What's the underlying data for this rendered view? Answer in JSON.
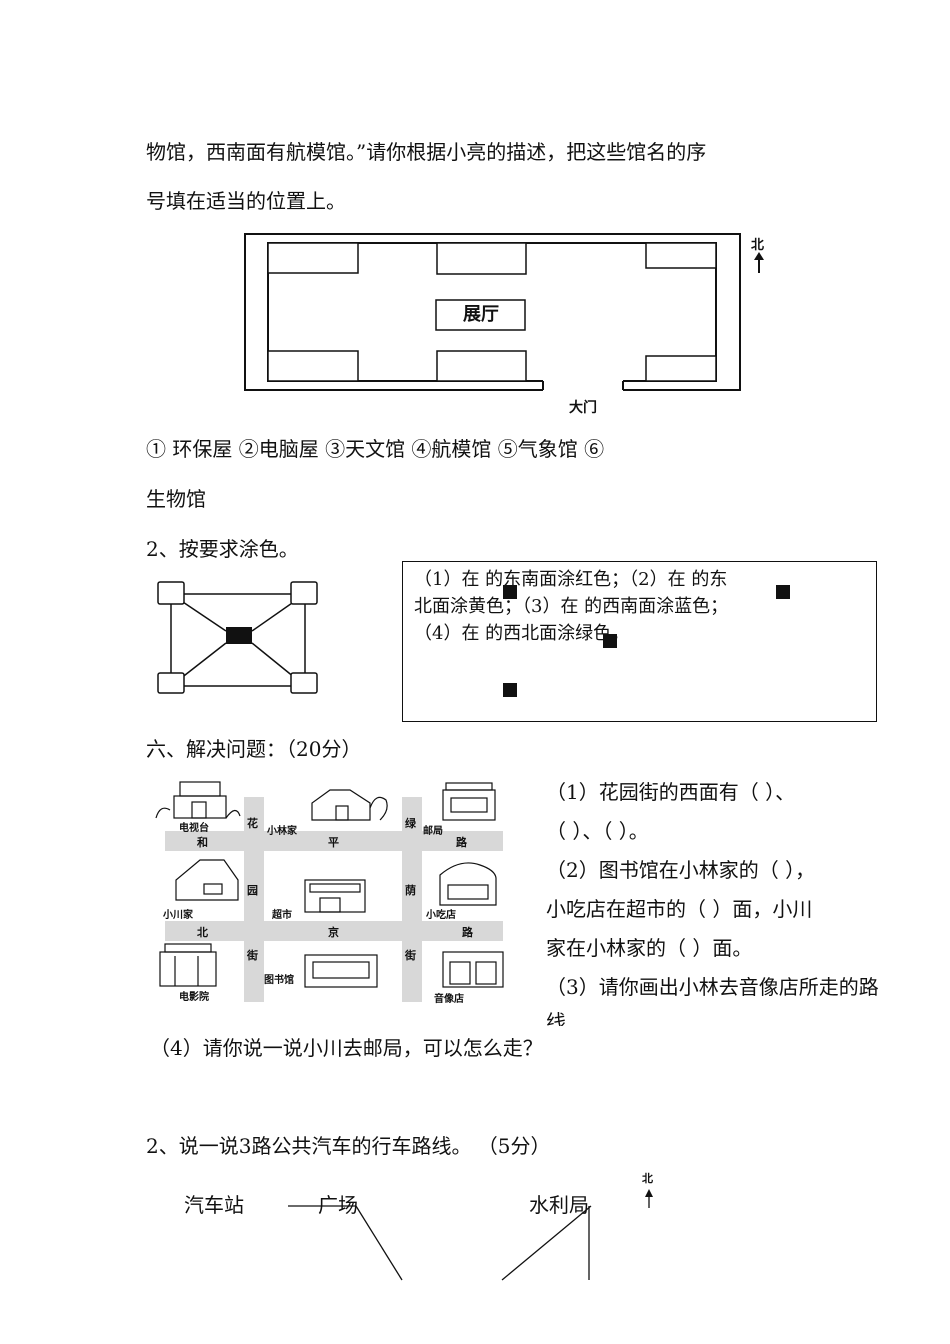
{
  "intro": {
    "line1": "物馆，西南面有航模馆。”请你根据小亮的描述，把这些馆名的序",
    "line2": "号填在适当的位置上。"
  },
  "hall": {
    "center_label": "展厅",
    "gate_label": "大门",
    "north_label": "北",
    "options_line": "① 环保屋    ②电脑屋      ③天文馆      ④航模馆      ⑤气象馆         ⑥",
    "options_tail": "生物馆"
  },
  "coloring": {
    "heading": "2、按要求涂色。",
    "line1": "（1）在       的东南面涂红色；（2）在      的东",
    "line2": "北面涂黄色；（3）在      的西南面涂蓝色；",
    "line3": "（4）在      的西北面涂绿色。"
  },
  "section6": {
    "heading": "六、解决问题：（20分）"
  },
  "map": {
    "labels": {
      "tv": "电视台",
      "xiaolin": "小林家",
      "post": "邮局",
      "xiaochuan": "小川家",
      "market": "超市",
      "snack": "小吃店",
      "cinema": "电影院",
      "library": "图书馆",
      "music": "音像店"
    },
    "streets": {
      "hua": "花",
      "yuan": "园",
      "jie1": "街",
      "he": "和",
      "ping": "平",
      "lu1": "路",
      "lv": "绿",
      "yin": "荫",
      "jie2": "街",
      "bei": "北",
      "jing": "京",
      "lu2": "路"
    }
  },
  "questions": {
    "q1a": "（1）花园街的西面有（                  ）、",
    "q1b": "（                  ）、（                      ）。",
    "q2a": "（2）图书馆在小林家的（            ），",
    "q2b": "小吃店在超市的（              ）面，小川",
    "q2c": "家在小林家的（            ）面。",
    "q3a": "（3）请你画出小林去音像店所走的路",
    "q3b": "线",
    "q4": "（4）请你说一说小川去邮局，可以怎么走？"
  },
  "bus": {
    "heading": "2、说一说3路公共汽车的行车路线。     （5分）",
    "station": "汽车站",
    "square": "广场",
    "water": "水利局",
    "north_label": "北"
  }
}
